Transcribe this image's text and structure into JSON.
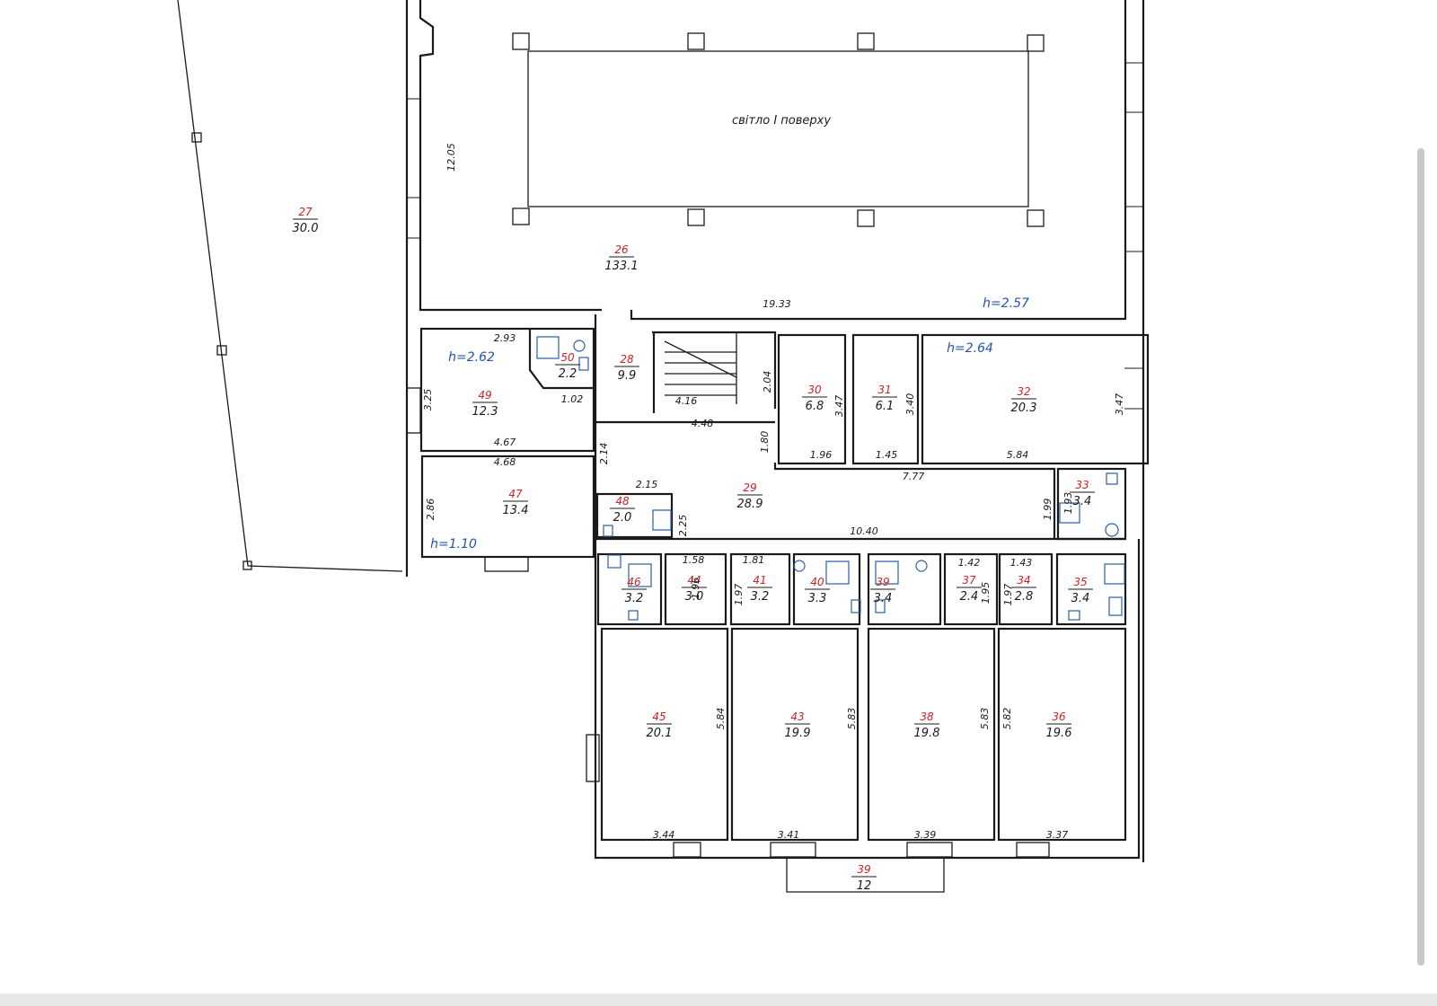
{
  "title": "світло І поверху",
  "rooms": [
    {
      "num": "27",
      "area": "30.0"
    },
    {
      "num": "26",
      "area": "133.1"
    },
    {
      "num": "28",
      "area": "9.9"
    },
    {
      "num": "30",
      "area": "6.8"
    },
    {
      "num": "31",
      "area": "6.1"
    },
    {
      "num": "32",
      "area": "20.3"
    },
    {
      "num": "49",
      "area": "12.3"
    },
    {
      "num": "50",
      "area": "2.2"
    },
    {
      "num": "47",
      "area": "13.4"
    },
    {
      "num": "48",
      "area": "2.0"
    },
    {
      "num": "29",
      "area": "28.9"
    },
    {
      "num": "33",
      "area": "3.4"
    },
    {
      "num": "46",
      "area": "3.2"
    },
    {
      "num": "44",
      "area": "3.0"
    },
    {
      "num": "41",
      "area": "3.2"
    },
    {
      "num": "40",
      "area": "3.3"
    },
    {
      "num": "39",
      "area": "3.4"
    },
    {
      "num": "37",
      "area": "2.4"
    },
    {
      "num": "34",
      "area": "2.8"
    },
    {
      "num": "35",
      "area": "3.4"
    },
    {
      "num": "45",
      "area": "20.1"
    },
    {
      "num": "43",
      "area": "19.9"
    },
    {
      "num": "38",
      "area": "19.8"
    },
    {
      "num": "36",
      "area": "19.6"
    },
    {
      "num": "39",
      "area": "12"
    }
  ],
  "heights": [
    "h=2.57",
    "h=2.62",
    "h=2.64",
    "h=1.10"
  ],
  "dimensions": [
    "12.05",
    "19.33",
    "2.93",
    "3.25",
    "1.02",
    "4.67",
    "4.68",
    "2.14",
    "4.16",
    "4.48",
    "2.04",
    "1.80",
    "3.47",
    "3.40",
    "3.47",
    "1.96",
    "1.45",
    "5.84",
    "7.77",
    "2.15",
    "2.86",
    "2.25",
    "10.40",
    "1.99",
    "1.93",
    "1.58",
    "1.81",
    "1.42",
    "1.43",
    "1.96",
    "1.97",
    "1.95",
    "1.97",
    "5.84",
    "5.83",
    "5.83",
    "5.82",
    "3.44",
    "3.41",
    "3.39",
    "3.37"
  ]
}
